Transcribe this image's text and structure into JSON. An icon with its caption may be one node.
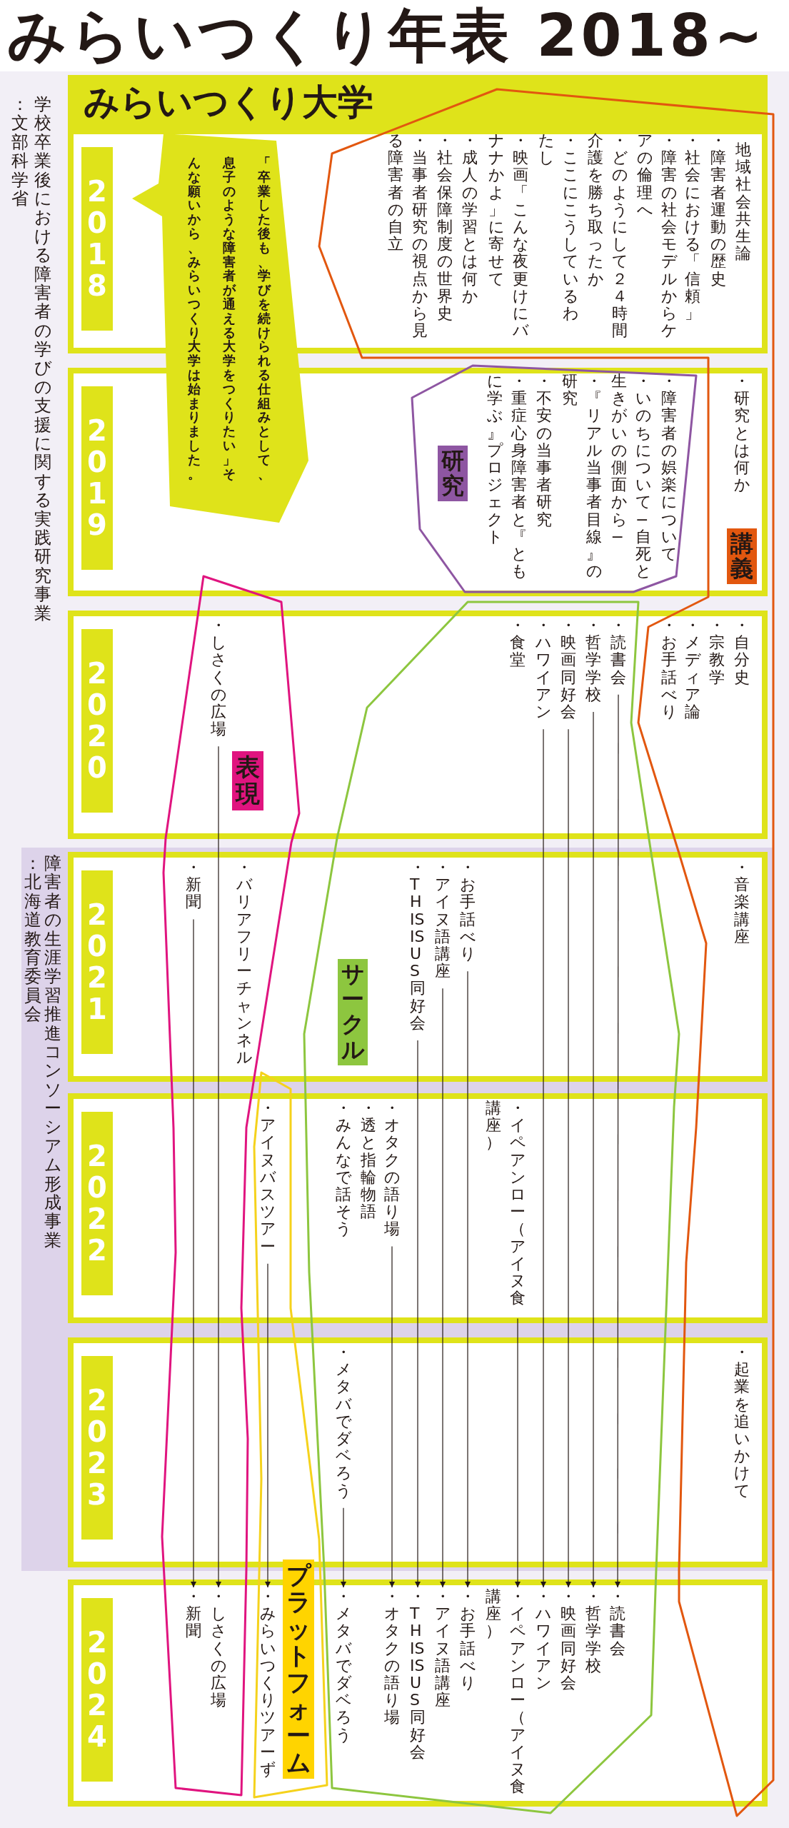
{
  "diagram": {
    "title": "みらいつくり年表 2018~",
    "nodes": [
      {
        "text": [
          "みらいつくり大学"
        ]
      },
      {
        "text": [
          "2018"
        ]
      },
      {
        "text": [
          "2019"
        ]
      },
      {
        "text": [
          "2020"
        ]
      },
      {
        "text": [
          "2021"
        ]
      },
      {
        "text": [
          "2022"
        ]
      },
      {
        "text": [
          "2023"
        ]
      },
      {
        "text": [
          "2024"
        ]
      },
      {
        "text": [
          "「卒業した後も、学びを続けられる仕組みとして、息子のような障害者が通える大学をつくりたい」そんな願いから、みらいつくり大学は始まりました。"
        ]
      },
      {
        "text": [
          "地域社会共生論"
        ],
        "in": 1
      },
      {
        "text": [
          "・障害者運動の歴史"
        ],
        "in": 1
      },
      {
        "text": [
          "・社会における「信頼」"
        ],
        "in": 1
      },
      {
        "text": [
          "・障害の社会モデルからケアの倫理へ"
        ],
        "in": 1
      },
      {
        "text": [
          "・どのようにして２４時間介護を勝ち取ったか"
        ],
        "in": 1
      },
      {
        "text": [
          "・ここにこうしているわたし"
        ],
        "in": 1
      },
      {
        "text": [
          "・映画「こんな夜更けにバナナかよ」に寄せて"
        ],
        "in": 1
      },
      {
        "text": [
          "・成人の学習とは何か"
        ],
        "in": 1
      },
      {
        "text": [
          "・社会保障制度の世界史"
        ],
        "in": 1
      },
      {
        "text": [
          "・当事者研究の視点から見る障害者の自立"
        ],
        "in": 1
      },
      {
        "text": [
          "・研究とは何か"
        ],
        "in": 2
      },
      {
        "text": [
          "・障害者の娯楽について"
        ],
        "in": 2
      },
      {
        "text": [
          "・いのちについて−自死と生きがいの側面から−"
        ],
        "in": 2
      },
      {
        "text": [
          "・『リアル当事者目線』の研究"
        ],
        "in": 2
      },
      {
        "text": [
          "・不安の当事者研究"
        ],
        "in": 2
      },
      {
        "text": [
          "・重症心身障害者と『ともに学ぶ』プロジェクト"
        ],
        "in": 2
      },
      {
        "text": [
          "・自分史"
        ],
        "in": 3
      },
      {
        "text": [
          "・宗教学"
        ],
        "in": 3
      },
      {
        "text": [
          "・メディア論"
        ],
        "in": 3
      },
      {
        "text": [
          "・お手話べり"
        ],
        "in": 3
      },
      {
        "text": [
          "・読書会"
        ],
        "in": 3
      },
      {
        "text": [
          "・哲学学校"
        ],
        "in": 3
      },
      {
        "text": [
          "・映画同好会"
        ],
        "in": 3
      },
      {
        "text": [
          "・ハワイアン"
        ],
        "in": 3
      },
      {
        "text": [
          "・食堂"
        ],
        "in": 3
      },
      {
        "text": [
          "・しさくの広場"
        ],
        "in": 3
      },
      {
        "text": [
          "・音楽講座"
        ],
        "in": 4
      },
      {
        "text": [
          "・お手話べり"
        ],
        "in": 4
      },
      {
        "text": [
          "・アイヌ語講座"
        ],
        "in": 4
      },
      {
        "text": [
          "・THIS IS US 同好会"
        ],
        "in": 4
      },
      {
        "text": [
          "・バリアフリーチャンネル"
        ],
        "in": 4
      },
      {
        "text": [
          "・新聞"
        ],
        "in": 4
      },
      {
        "text": [
          "・イペアンロー（アイヌ食講座）"
        ],
        "in": 5
      },
      {
        "text": [
          "・オタクの語り場"
        ],
        "in": 5
      },
      {
        "text": [
          "・透と指輪物語"
        ],
        "in": 5
      },
      {
        "text": [
          "・みんなで話そう"
        ],
        "in": 5
      },
      {
        "text": [
          "・アイヌバスツアー"
        ],
        "in": 5
      },
      {
        "text": [
          "・起業を追いかけて"
        ],
        "in": 6
      },
      {
        "text": [
          "・メタバでダベろう"
        ],
        "in": 6
      },
      {
        "text": [
          "・読書会"
        ],
        "in": 7
      },
      {
        "text": [
          "・哲学学校"
        ],
        "in": 7
      },
      {
        "text": [
          "・映画同好会"
        ],
        "in": 7
      },
      {
        "text": [
          "・ハワイアン"
        ],
        "in": 7
      },
      {
        "text": [
          "・イペアンロー（アイヌ食講座）"
        ],
        "in": 7
      },
      {
        "text": [
          "・お手話べり"
        ],
        "in": 7
      },
      {
        "text": [
          "・アイヌ語講座"
        ],
        "in": 7
      },
      {
        "text": [
          "・THIS IS US 同好会"
        ],
        "in": 7
      },
      {
        "text": [
          "・オタクの語り場"
        ],
        "in": 7
      },
      {
        "text": [
          "・メタバでダベろう"
        ],
        "in": 7
      },
      {
        "text": [
          "・みらいつくりツアーず"
        ],
        "in": 7
      },
      {
        "text": [
          "・しさくの広場"
        ],
        "in": 7
      },
      {
        "text": [
          "・新聞"
        ],
        "in": 7
      },
      {
        "text": [
          "講義"
        ],
        "in": 2
      },
      {
        "text": [
          "研究"
        ],
        "in": 2
      },
      {
        "text": [
          "表現"
        ],
        "in": 3
      },
      {
        "text": [
          "サークル"
        ],
        "in": 4
      },
      {
        "text": [
          "プラットフォーム"
        ]
      }
    ],
    "edges": [
      {
        "from": 29,
        "to": 48,
        "arrow": "to"
      },
      {
        "from": 30,
        "to": 49,
        "arrow": "to"
      },
      {
        "from": 31,
        "to": 50,
        "arrow": "to"
      },
      {
        "from": 32,
        "to": 51,
        "arrow": "to"
      },
      {
        "from": 41,
        "to": 52,
        "arrow": "to"
      },
      {
        "from": 36,
        "to": 53,
        "arrow": "to"
      },
      {
        "from": 37,
        "to": 54,
        "arrow": "to"
      },
      {
        "from": 38,
        "to": 55,
        "arrow": "to"
      },
      {
        "from": 42,
        "to": 56,
        "arrow": "to"
      },
      {
        "from": 47,
        "to": 57,
        "arrow": "to"
      },
      {
        "from": 45,
        "to": 58,
        "arrow": "to"
      },
      {
        "from": 34,
        "to": 59,
        "arrow": "to"
      },
      {
        "from": 40,
        "to": 60,
        "arrow": "to"
      }
    ],
    "labels": [
      "学校卒業後における障害者の学びの支援に関する実践研究事業",
      "：文部科学省",
      "障害者の生涯学習推進コンソーシアム形成事業",
      "：北海道教育委員会"
    ]
  }
}
